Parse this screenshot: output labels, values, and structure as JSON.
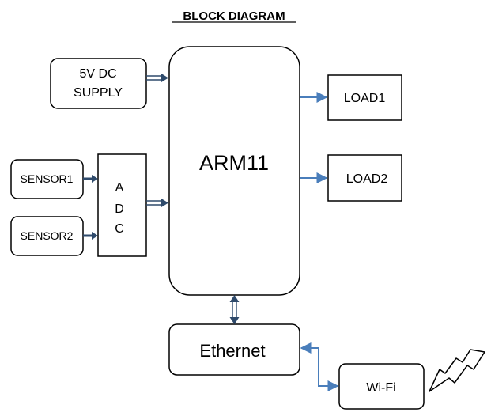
{
  "title": "BLOCK DIAGRAM",
  "blocks": {
    "power_supply": {
      "line1": "5V DC",
      "line2": "SUPPLY"
    },
    "sensor1": "SENSOR1",
    "sensor2": "SENSOR2",
    "adc": {
      "line1": "A",
      "line2": "D",
      "line3": "C"
    },
    "arm11": "ARM11",
    "load1": "LOAD1",
    "load2": "LOAD2",
    "ethernet": "Ethernet",
    "wifi": "Wi-Fi"
  },
  "colors": {
    "outline": "#000000",
    "arrow_dark": "#2e4a6b",
    "arrow_blue": "#4a7ebb"
  },
  "icons": {
    "wireless": "lightning-bolt-icon"
  }
}
